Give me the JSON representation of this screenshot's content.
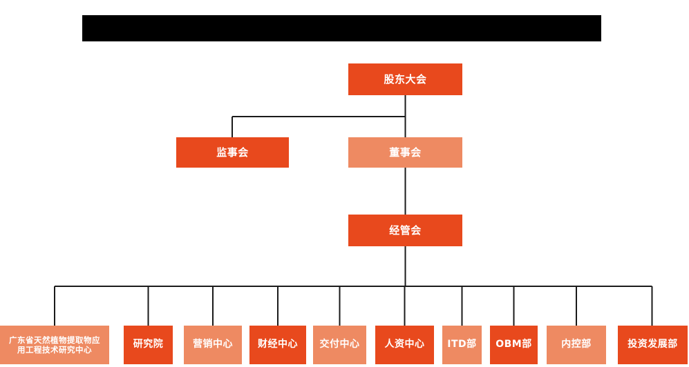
{
  "diagram": {
    "title_bar": {
      "name": "redacted-title-bar",
      "text": "",
      "color": "#000000"
    },
    "colors": {
      "background": "#ffffff",
      "node_dark": "#E8491D",
      "node_light": "#EE8A62",
      "connector": "#1a1a1a",
      "node_text": "#ffffff"
    },
    "type": "organization-chart",
    "levels": [
      {
        "level": 1,
        "nodes": [
          {
            "id": "shareholders",
            "label": "股东大会",
            "shade": "dark"
          }
        ]
      },
      {
        "level": 2,
        "nodes": [
          {
            "id": "supervisors",
            "label": "监事会",
            "shade": "dark"
          },
          {
            "id": "directors",
            "label": "董事会",
            "shade": "light"
          }
        ]
      },
      {
        "level": 3,
        "nodes": [
          {
            "id": "management",
            "label": "经管会",
            "shade": "dark"
          }
        ]
      },
      {
        "level": 4,
        "nodes": [
          {
            "id": "research-center",
            "label": "广东省天然植物提取物应用工程技术研究中心",
            "line1": "广东省天然植物提取物应",
            "line2": "用工程技术研究中心",
            "shade": "light"
          },
          {
            "id": "institute",
            "label": "研究院",
            "shade": "dark"
          },
          {
            "id": "marketing",
            "label": "营销中心",
            "shade": "light"
          },
          {
            "id": "finance",
            "label": "财经中心",
            "shade": "dark"
          },
          {
            "id": "delivery",
            "label": "交付中心",
            "shade": "light"
          },
          {
            "id": "hr",
            "label": "人资中心",
            "shade": "dark"
          },
          {
            "id": "itd",
            "label": "ITD部",
            "shade": "light"
          },
          {
            "id": "obm",
            "label": "OBM部",
            "shade": "dark"
          },
          {
            "id": "internal-control",
            "label": "内控部",
            "shade": "light"
          },
          {
            "id": "investment",
            "label": "投资发展部",
            "shade": "dark"
          }
        ]
      }
    ]
  }
}
